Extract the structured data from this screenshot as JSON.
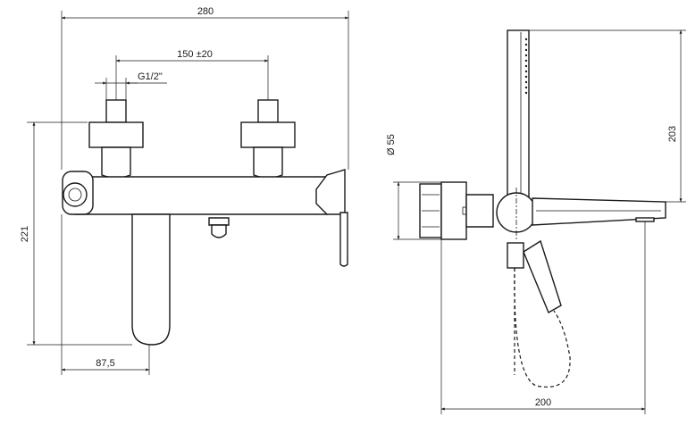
{
  "dimensions": {
    "overall_width": "280",
    "connection_spacing": "150 ±20",
    "thread": "G1/2\"",
    "overall_height": "221",
    "spout_projection": "87,5",
    "diameter": "Ø 55",
    "hand_shower_height": "203",
    "depth": "200"
  }
}
